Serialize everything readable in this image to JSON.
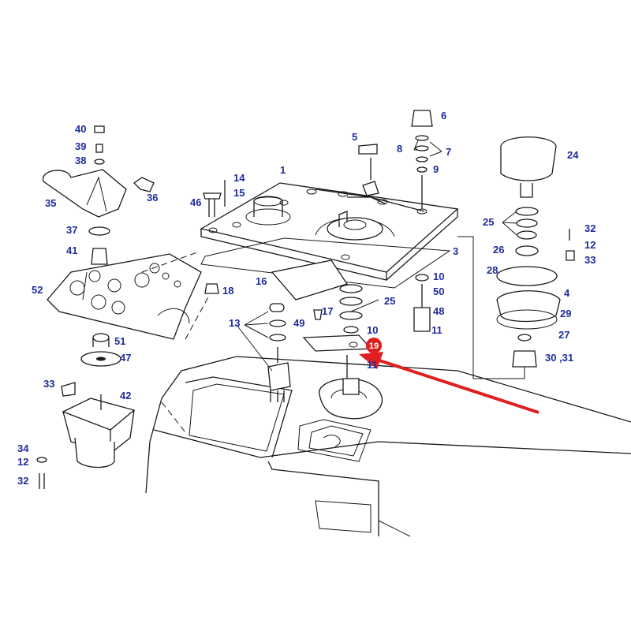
{
  "diagram": {
    "colors": {
      "label": "#1e2b9c",
      "line": "#1a1a1a",
      "highlight": "#e02020",
      "arrow": "#e02020"
    },
    "highlighted_part": "19",
    "labels": {
      "p1": "1",
      "p3": "3",
      "p4": "4",
      "p5": "5",
      "p6": "6",
      "p7": "7",
      "p8": "8",
      "p9": "9",
      "p10a": "10",
      "p10b": "10",
      "p11a": "11",
      "p11b": "11",
      "p12a": "12",
      "p12b": "12",
      "p13": "13",
      "p14": "14",
      "p15": "15",
      "p16": "16",
      "p17": "17",
      "p18": "18",
      "p19": "19",
      "p24": "24",
      "p25a": "25",
      "p25b": "25",
      "p26": "26",
      "p27": "27",
      "p28": "28",
      "p29": "29",
      "p3031": "30 ,31",
      "p32a": "32",
      "p32b": "32",
      "p33a": "33",
      "p33b": "33",
      "p34": "34",
      "p35": "35",
      "p36": "36",
      "p37": "37",
      "p38": "38",
      "p39": "39",
      "p40": "40",
      "p41": "41",
      "p42": "42",
      "p46": "46",
      "p47": "47",
      "p48": "48",
      "p49": "49",
      "p50": "50",
      "p51": "51",
      "p52": "52"
    }
  }
}
